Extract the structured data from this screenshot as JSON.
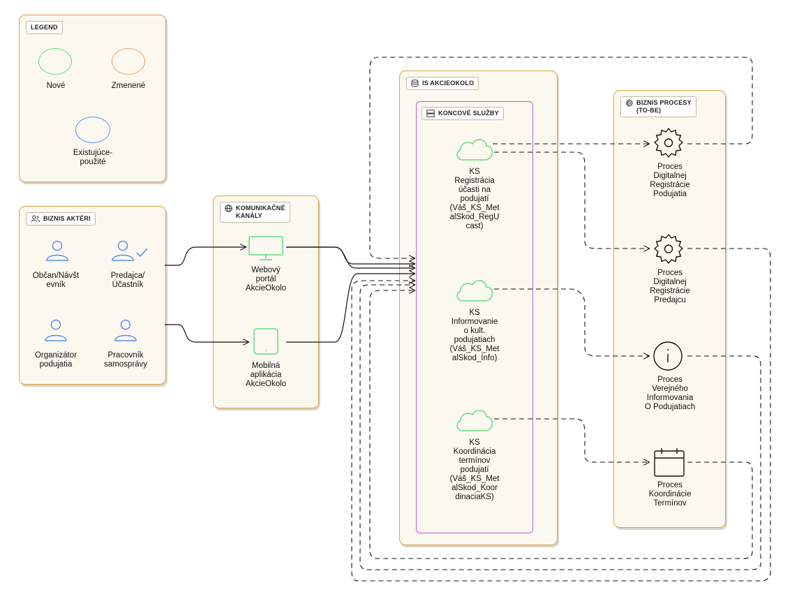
{
  "legend": {
    "title": "LEGEND",
    "items": [
      {
        "label": "Nové",
        "color": "#5fdc82"
      },
      {
        "label": "Zmenené",
        "color": "#e7a46a"
      },
      {
        "label": "Existujúce-\npoužité",
        "color": "#5b8de8"
      }
    ]
  },
  "actors": {
    "title": "BIZNIS AKTÉRI",
    "items": [
      {
        "label": "Občan/Návšt\nevník"
      },
      {
        "label": "Predajca/\nÚčastník"
      },
      {
        "label": "Organizátor\npodujatia"
      },
      {
        "label": "Pracovník\nsamosprávy"
      }
    ]
  },
  "channels": {
    "title": "KOMUNIKAČNÉ\nKANÁLY",
    "items": [
      {
        "label": "Webový\nportál\nAkcieOkolo",
        "icon": "monitor-icon"
      },
      {
        "label": "Mobilná\naplikácia\nAkcieOkolo",
        "icon": "mobile-icon"
      }
    ]
  },
  "system": {
    "title": "IS AKCIEOKOLO",
    "services_title": "KONCOVÉ SLUŽBY",
    "services": [
      {
        "label": "KS\nRegistrácia\núčasti na\npodujatí\n(Váš_KS_Met\nalSkod_RegU\ncast)"
      },
      {
        "label": "KS\nInformovanie\no kult.\npodujatiach\n(Váš_KS_Met\nalSkod_Info)"
      },
      {
        "label": "KS\nKoordinácia\ntermínov\npodujatí\n(Váš_KS_Met\nalSkod_Koor\ndinaciaKS)"
      }
    ]
  },
  "processes": {
    "title": "BIZNIS PROCESY\n(TO-BE)",
    "items": [
      {
        "label": "Proces\nDigitalnej\nRegistrácie\nPodujatia",
        "icon": "gear-icon"
      },
      {
        "label": "Proces\nDigitalnej\nRegistrácie\nPredajcu",
        "icon": "gear-icon"
      },
      {
        "label": "Proces\nVerejného\nInformovania\nO Podujatiach",
        "icon": "info-icon"
      },
      {
        "label": "Proces\nKoordinácie\nTermínov",
        "icon": "calendar-icon"
      }
    ]
  },
  "colors": {
    "new": "#5fdc82",
    "changed": "#e7a46a",
    "existing": "#5b8de8",
    "group_border": "#d9a441",
    "services_border": "#c45ad6"
  }
}
